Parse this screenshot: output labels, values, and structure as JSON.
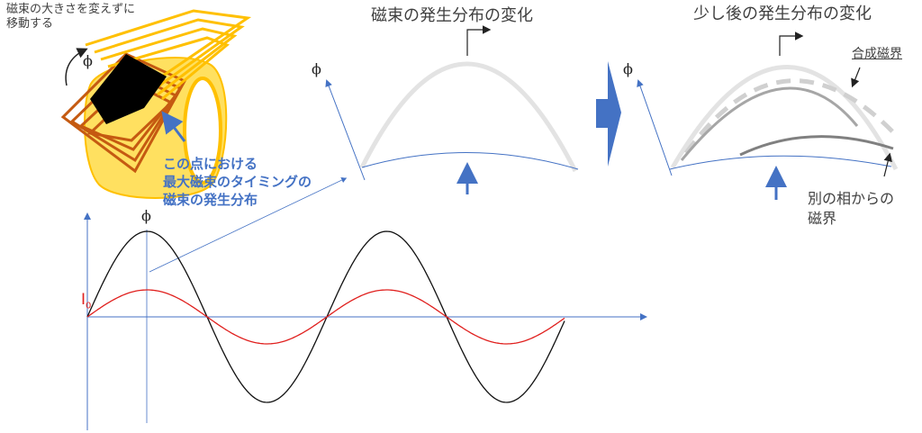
{
  "coil_note": [
    "磁束の大きさを変えずに",
    "移動する"
  ],
  "phi_symbol": "ϕ",
  "current_symbol": "I",
  "current_subscript": "0",
  "point_note": [
    "この点における",
    "最大磁束のタイミングの",
    "磁束の発生分布"
  ],
  "panel1_title": "磁束の発生分布の変化",
  "panel2_title": "少し後の発生分布の変化",
  "combined_label": "合成磁界",
  "other_phase_label": [
    "別の相からの",
    "磁界"
  ],
  "colors": {
    "flux_wave": "#111111",
    "current_wave": "#E0201E",
    "axis": "#4472C4",
    "note": "#4472C4",
    "coil_gold": "#FFC000",
    "coil_ring": "#FFE060",
    "coil_copper": "#C55A11",
    "distribution": "#E0E0E0"
  }
}
